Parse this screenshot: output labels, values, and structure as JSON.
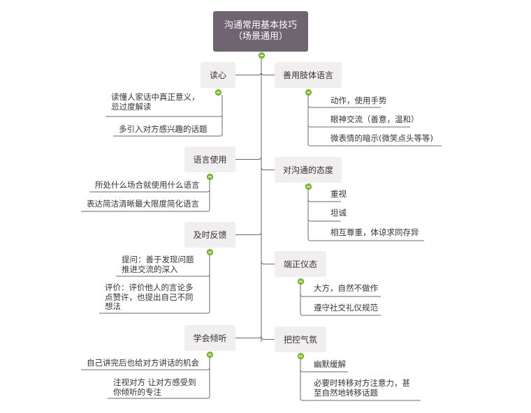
{
  "root": {
    "line1": "沟通常用基本技巧",
    "line2": "（场景通用）"
  },
  "left": [
    {
      "label": "读心",
      "children": [
        [
          "读懂人家话中真正意义，",
          "忌过度解读"
        ],
        [
          "多引入对方感兴趣的话题"
        ]
      ]
    },
    {
      "label": "语言使用",
      "children": [
        [
          "所处什么场合就使用什么语言"
        ],
        [
          "表达简洁清晰最大限度简化语言"
        ]
      ]
    },
    {
      "label": "及时反馈",
      "children": [
        [
          "提问：善于发现问题",
          "推进交流的深入"
        ],
        [
          "评价：评价他人的言论多",
          "点赞许，也提出自己不同",
          "想法"
        ]
      ]
    },
    {
      "label": "学会倾听",
      "children": [
        [
          "自己讲完后也给对方讲话的机会"
        ],
        [
          "注视对方  让对方感受到",
          "你倾听的专注"
        ]
      ]
    }
  ],
  "right": [
    {
      "label": "善用肢体语言",
      "children": [
        [
          "动作，使用手势"
        ],
        [
          "眼神交流（善意，温和）"
        ],
        [
          "微表情的暗示(微笑点头等等)"
        ]
      ]
    },
    {
      "label": "对沟通的态度",
      "children": [
        [
          "重视"
        ],
        [
          "坦诚"
        ],
        [
          "相互尊重，体谅求同存异"
        ]
      ]
    },
    {
      "label": "端正仪态",
      "children": [
        [
          "大方，自然不做作"
        ],
        [
          "遵守社交礼仪规范"
        ]
      ]
    },
    {
      "label": "把控气氛",
      "children": [
        [
          "幽默缓解"
        ],
        [
          "必要时转移对方注意力，甚",
          "至自然地转移话题"
        ]
      ]
    }
  ],
  "colors": {
    "root": "#6e6570",
    "node": "#f0eeef",
    "line": "#6e6570",
    "toggle": "#8cc63f"
  }
}
